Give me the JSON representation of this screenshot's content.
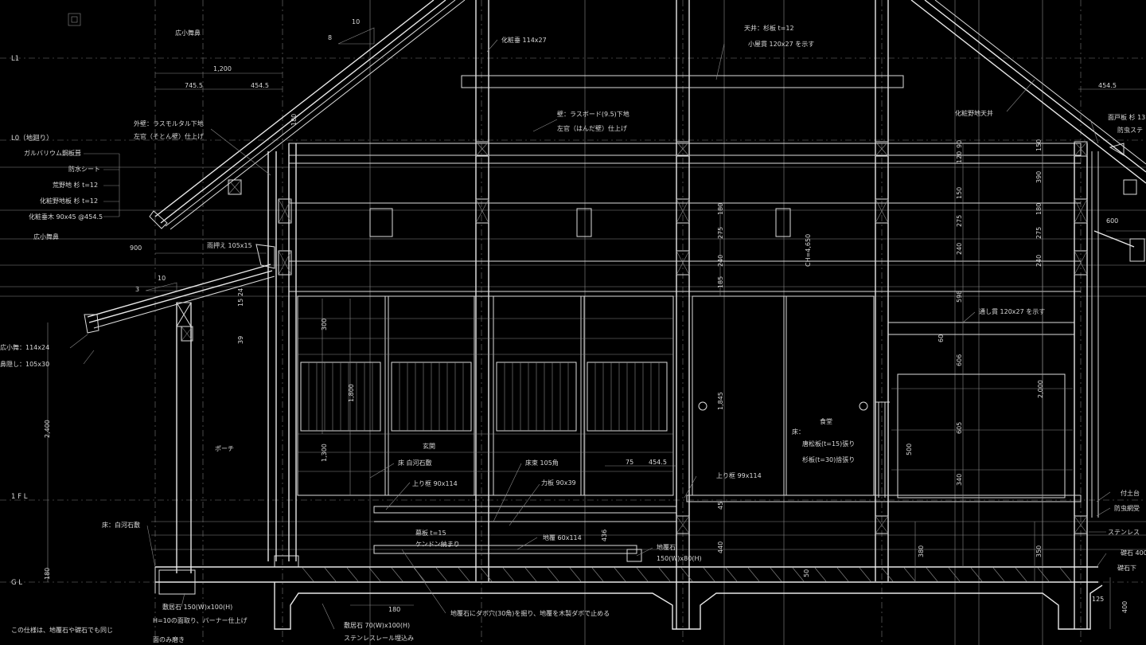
{
  "levels": {
    "l1": "L1",
    "l0": "L0（地廻り）",
    "fl1": "1 F L",
    "gl": "G L"
  },
  "slopes": {
    "main_rise": "10",
    "main_run": "8",
    "eave_rise": "10",
    "eave_run": "3"
  },
  "dims": {
    "d1200": "1,200",
    "d745": "745.5",
    "d454a": "454.5",
    "d454b": "454.5",
    "d900": "900",
    "d600": "600",
    "d2400": "2,400",
    "d75a": "75",
    "d180": "180",
    "d1845": "1,845",
    "d2000": "2,000",
    "ch": "CH=4,650",
    "d120a": "120",
    "d90": "90",
    "d390": "390",
    "d150a": "150",
    "d275a": "275",
    "d240a": "240",
    "d185": "185",
    "d598": "598",
    "d606": "606",
    "d605": "605",
    "d340": "340",
    "d440": "440",
    "d380": "380",
    "d350": "350",
    "d125": "125",
    "d400": "400",
    "d1800": "1,800",
    "d1300": "1,300",
    "d300": "300",
    "d500": "500",
    "d436": "436",
    "d45": "45",
    "d50": "50",
    "d15": "15",
    "d24": "24",
    "d39": "39",
    "d60": "60"
  },
  "labels": {
    "hirokomai_top": "広小舞鼻",
    "keshou_114": "化粧垂 114x27",
    "tenjou": "天井：杉板 t=12",
    "koyanuki": "小屋貫 120x27 を示す",
    "kabe": "壁：ラスボード(9.5)下地",
    "sakan": "左官（はんだ壁）仕上げ",
    "gaiheki": "外壁：ラスモルタル下地",
    "gaiheki2": "左官（そとん壁）仕上げ",
    "galva": "ガルバリウム鋼板葺",
    "bousui": "防水シート",
    "arano": "荒野地 杉 t=12",
    "keshou_noji": "化粧野地板 杉 t=12",
    "keshou_taruki": "化粧垂木 90x45 @454.5",
    "hirokomai_bottom": "広小舞鼻",
    "amaosae": "雨押え 105x15",
    "hirokomai": "広小舞：114x24",
    "hanakakushi": "鼻隠し：105x30",
    "porch": "ポーチ",
    "genkan": "玄関",
    "yuka_shirakawa": "床 白河石敷",
    "agarikamachi": "上り框 90x114",
    "yukazuka": "床束 105角",
    "chikaraita": "力板 90x39",
    "makuita": "幕板 t=15",
    "kendon": "ケンドン納まり",
    "jifuku": "地覆 60x114",
    "yuka_porch": "床：白河石敷",
    "shokudo": "食堂",
    "yuka_shokudo": "床：",
    "tomatsu": "唐松板(t=15)張り",
    "sugi30": "杉板(t=30)捨張り",
    "agarikamachi2": "上り框 99x114",
    "toushinuki": "通し貫 120x27 を示す",
    "keshou_tenjou": "化粧野地天井",
    "mendo": "面戸板 杉 13",
    "bouchu": "防虫ステ",
    "jifukuishi": "地覆石",
    "jifukuishi_dim": "150(W)x80(H)",
    "tsukeishi": "付土台",
    "bouchumo": "防虫網受",
    "stainless": "ステンレス",
    "reiishi": "礎石 400",
    "reiishi2": "礎石下",
    "shikiishi1": "敷居石 150(W)x100(H)",
    "shikiishi2": "敷居石 70(W)x100(H)",
    "stainless_rail": "ステンレスレール埋込み",
    "h10": "H=10の面取り、バーナー仕上げ",
    "men_nomi": "面のみ磨き",
    "kono_shiyou": "この仕様は、地覆石や礎石でも同じ",
    "jifuku_note": "地覆石にダボ穴(30角)を掘り、地覆を木製ダボで止める"
  }
}
